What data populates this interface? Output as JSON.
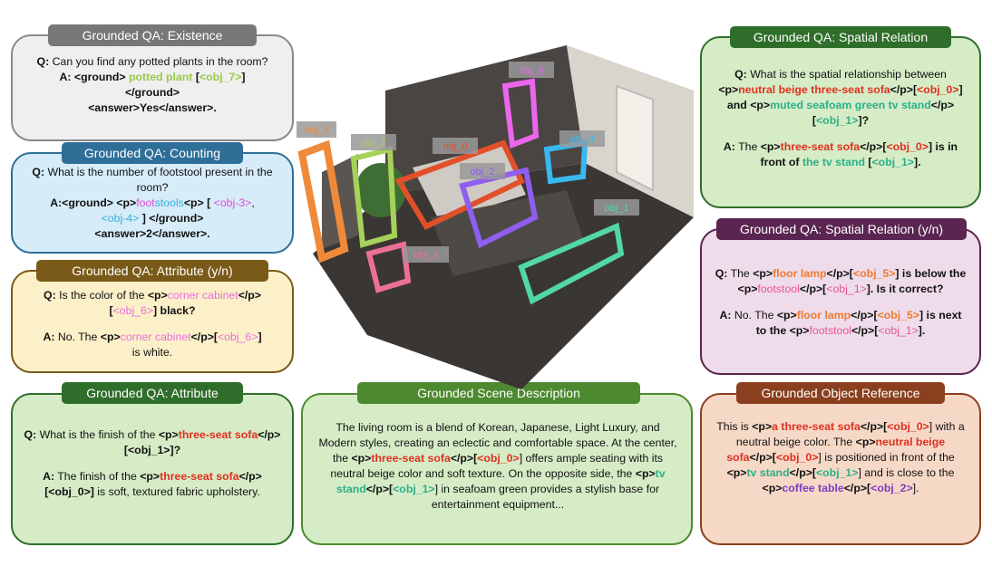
{
  "existence": {
    "title": "Grounded QA: Existence",
    "q_label": "Q:",
    "question": "Can you find any potted plants in the room?",
    "a_label": "A:",
    "a_open": "<ground>",
    "a_obj": "potted plant",
    "a_ref_open": "[",
    "a_ref": "<obj_7>",
    "a_ref_close": "]",
    "a_close": "</ground>",
    "a_answer": "<answer>Yes</answer>."
  },
  "counting": {
    "title": "Grounded QA: Counting",
    "q_label": "Q:",
    "question": "What is the number of footstool present in the room?",
    "a_prefix": "A:<ground> <p>",
    "a_obj1": "foot",
    "a_obj2": "stools",
    "a_mid": "<p> [",
    "a_ref1": "<obj-3>",
    "a_sep": ",",
    "a_ref2": "<obj-4>",
    "a_end": "] </ground>",
    "a_answer": "<answer>2</answer>."
  },
  "attribute_yn": {
    "title": "Grounded QA: Attribute (y/n)",
    "q_label": "Q:",
    "q_pre": "Is the color of the",
    "q_p": "<p>",
    "q_obj": "corner cabinet",
    "q_pclose": "</p>[",
    "q_ref": "<obj_6>",
    "q_post": "] black?",
    "a_label": "A:",
    "a_pre": "No. The",
    "a_p": "<p>",
    "a_obj": "corner cabinet",
    "a_pclose": "</p>[",
    "a_ref": "<obj_6>",
    "a_post": "]",
    "a_tail": "is white."
  },
  "attribute": {
    "title": "Grounded QA: Attribute",
    "q_label": "Q:",
    "q_pre": "What is the finish of the",
    "q_p": "<p>",
    "q_obj": "three-seat sofa",
    "q_post": "</p>[<obj_1>]?",
    "a_label": "A:",
    "a_pre": "The finish of the",
    "a_p": "<p>",
    "a_obj": "three-seat sofa",
    "a_post": "</p>[<obj_0>]",
    "a_tail": "is soft, textured fabric upholstery."
  },
  "scene": {
    "title": "Grounded Scene Description",
    "t1": "The living room is a blend of Korean, Japanese, Light Luxury, and Modern styles, creating an eclectic and comfortable space. At the center, the",
    "p1": "<p>",
    "obj1": "three-seat sofa",
    "pc1": "</p>[",
    "ref1": "<obj_0>",
    "t2": "] offers ample seating with its neutral beige color and soft texture. On the opposite side, the",
    "p2": "<p>",
    "obj2": "tv stand",
    "pc2": "</p>[",
    "ref2": "<obj_1>",
    "t3": "] in seafoam green provides a stylish base for entertainment equipment..."
  },
  "spatial": {
    "title": "Grounded QA: Spatial Relation",
    "q_label": "Q:",
    "q_pre": "What is the spatial relationship between",
    "p": "<p>",
    "obj1": "neutral beige three-seat sofa",
    "pc": "</p>[",
    "ref1": "<obj_0>",
    "and": "] and",
    "obj2": "muted seafoam green tv stand",
    "ref2": "<obj_1>",
    "q_end": "]?",
    "a_label": "A:",
    "a_pre": "The",
    "a_obj1": "three-seat sofa",
    "a_ref1": "<obj_0>",
    "a_mid": "] is in front of",
    "a_obj2": "the tv stand",
    "a_ref2": "<obj_1>",
    "a_end": "]."
  },
  "spatial_yn": {
    "title": "Grounded QA: Spatial Relation (y/n)",
    "q_label": "Q:",
    "q_pre": "The",
    "p": "<p>",
    "obj1": "floor lamp",
    "pc": "</p>[",
    "ref1": "<obj_5>",
    "q_mid": "] is below the",
    "obj2": "footstool",
    "ref2": "<obj_1>",
    "q_end": "]. Is it correct?",
    "a_label": "A:",
    "a_pre": "No. The",
    "a_mid": "] is next to the",
    "a_end": "]."
  },
  "reference": {
    "title": "Grounded Object Reference",
    "t1": "This is",
    "p": "<p>",
    "obj1": "a three-seat sofa",
    "pc": "</p>[",
    "ref1": "<obj_0>",
    "t2": "] with a neutral beige color. The",
    "obj2": "neutral beige sofa",
    "t3": "] is positioned in front of the",
    "obj3": "tv stand",
    "ref3": "<obj_1>",
    "t4": "] and is close to the",
    "obj4": "coffee table",
    "ref4": "<obj_2>",
    "t5": "]."
  },
  "labels": {
    "obj_0": "obj_0",
    "obj_1": "obj_1",
    "obj_2": "obj_2",
    "obj_3": "obj_3",
    "obj_4": "obj_4",
    "obj_5": "obj_5",
    "obj_6": "obj_6",
    "obj_7": "obj_7"
  },
  "colors": {
    "existence": "#777777",
    "counting": "#2e6f98",
    "attribute_yn": "#7a5a18",
    "attribute": "#2f6e2a",
    "scene": "#4d8a2f",
    "spatial": "#2f6e2a",
    "spatial_yn": "#5a2550",
    "reference": "#8a3f1e"
  }
}
